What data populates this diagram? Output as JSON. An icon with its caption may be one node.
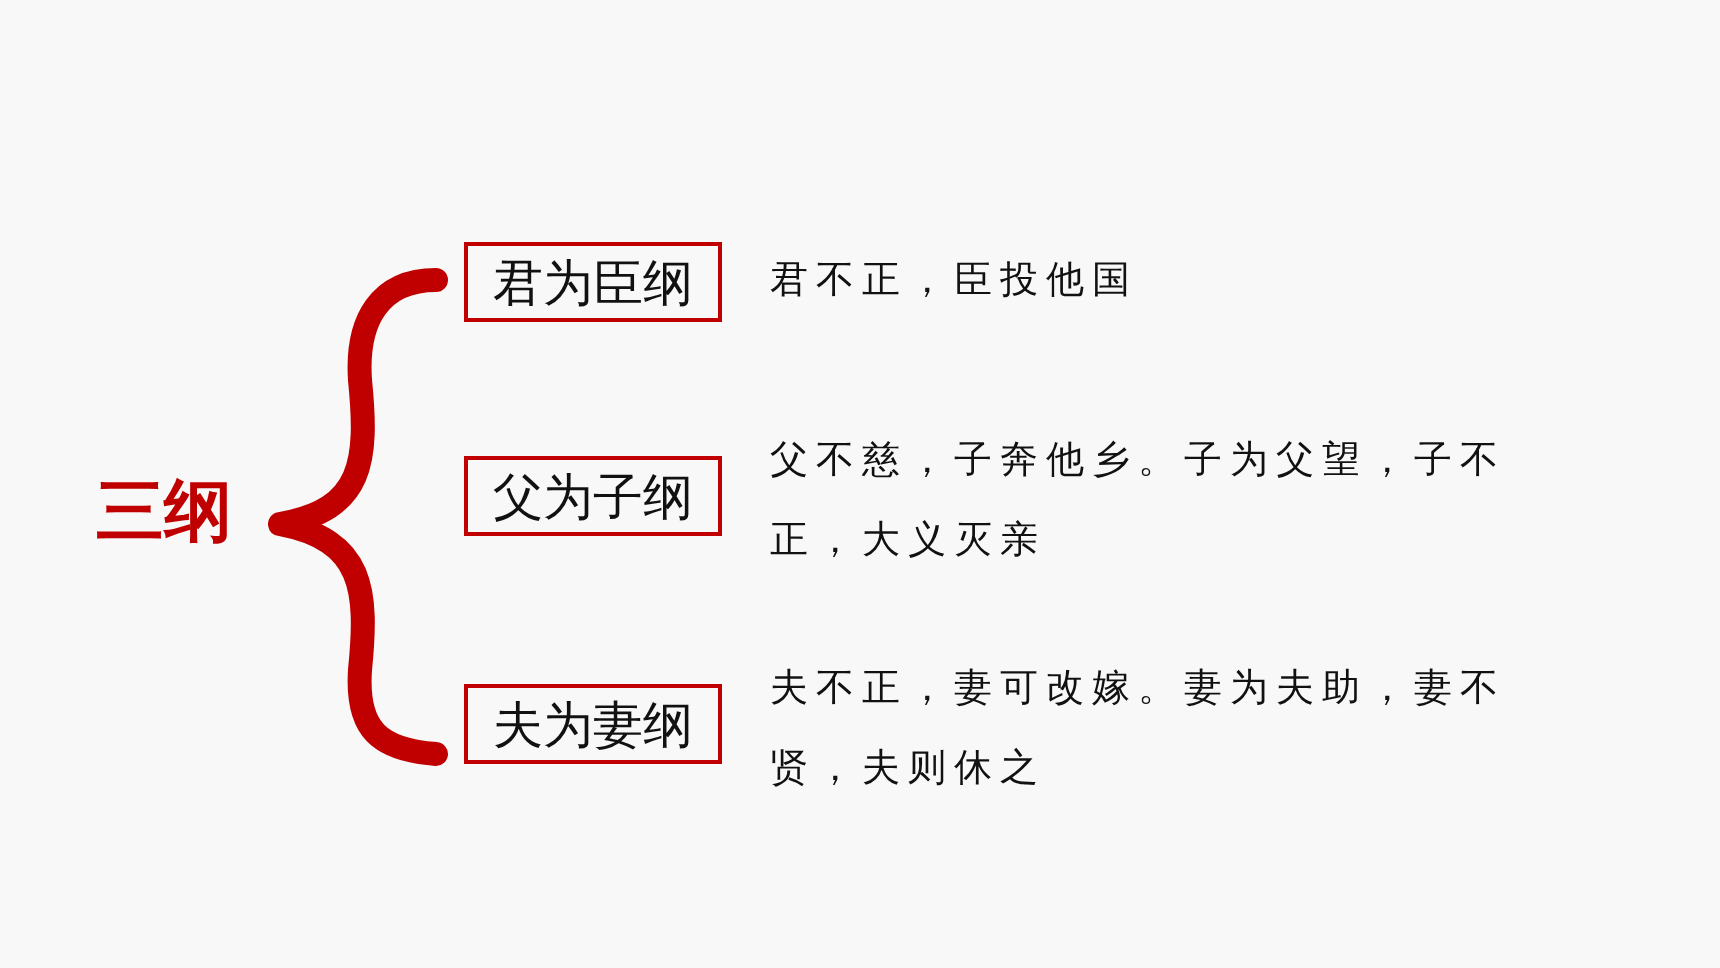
{
  "diagram": {
    "nodes": [
      {
        "text": [
          "君为臣纲"
        ],
        "beside": [
          "君不正，臣投他国"
        ]
      },
      {
        "text": [
          "父为子纲"
        ],
        "beside": [
          "父不慈，子奔他乡。子为父望，子不正，大义灭亲"
        ]
      },
      {
        "text": [
          "夫为妻纲"
        ],
        "beside": [
          "夫不正，妻可改嫁。妻为夫助，妻不贤，夫则休之"
        ]
      }
    ],
    "labels": [
      "三纲"
    ]
  }
}
